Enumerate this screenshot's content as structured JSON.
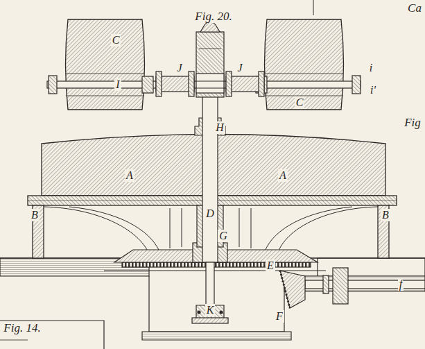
{
  "diagram": {
    "labels": [
      "Fig. 20.",
      "C",
      "J",
      "J",
      "i",
      "I",
      "i'",
      "H",
      "C",
      "A",
      "A",
      "B",
      "B",
      "D",
      "G",
      "E",
      "f",
      "F",
      "K",
      "Fig. 14.",
      "Fig",
      "Ca"
    ]
  }
}
